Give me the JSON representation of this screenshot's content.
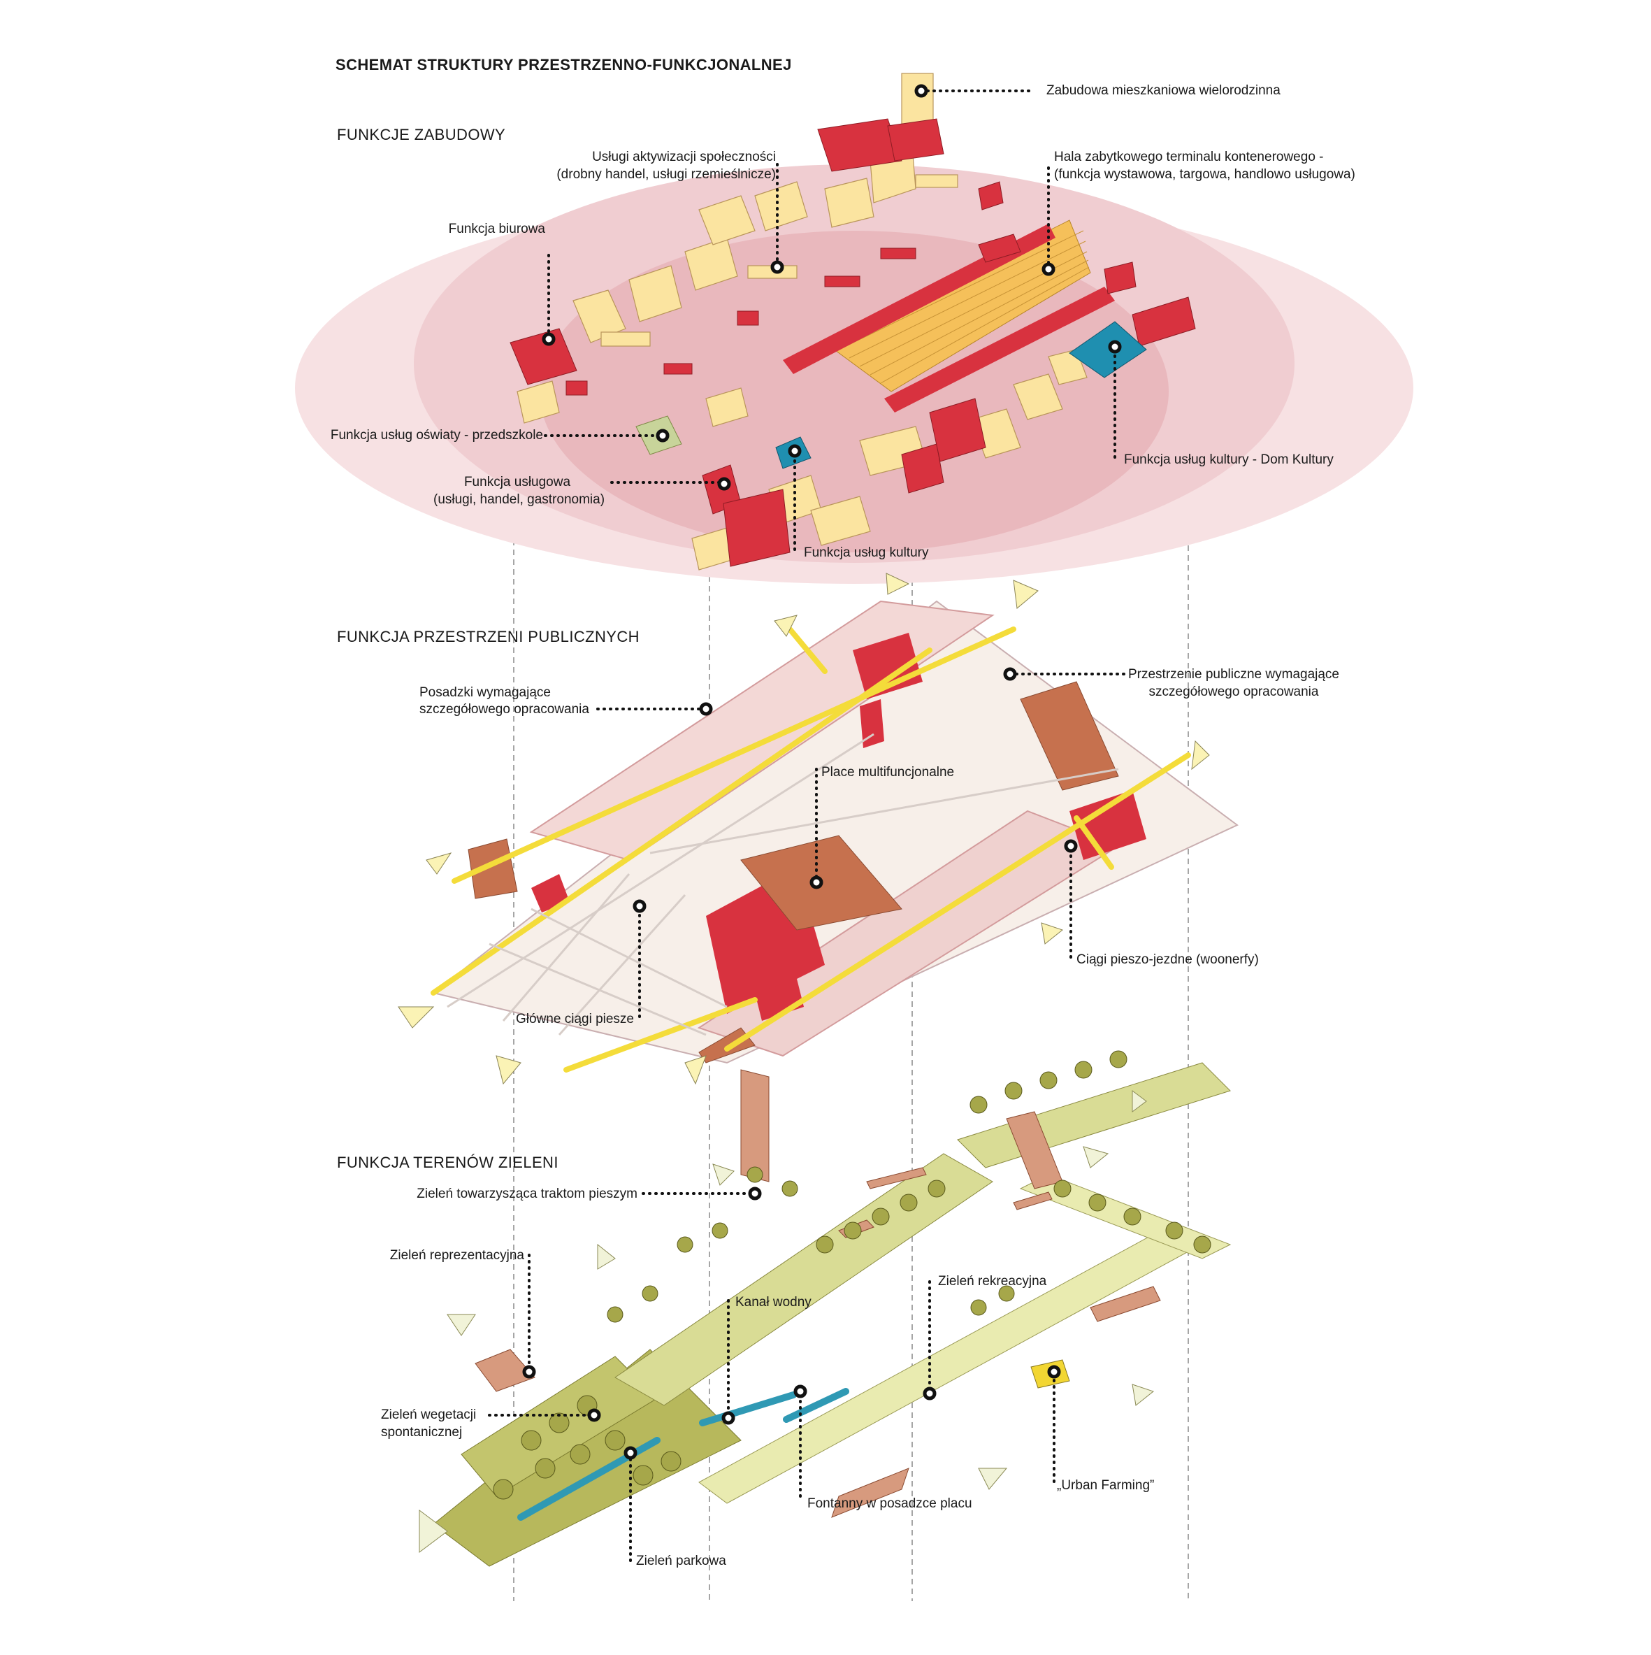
{
  "title": "SCHEMAT STRUKTURY PRZESTRZENNO-FUNKCJONALNEJ",
  "colors": {
    "residential": "#fbe4a0",
    "services": "#d8323f",
    "culture": "#1f8fb0",
    "education": "#c8d49a",
    "plaza": "#c6714e",
    "woonerf": "#f4dc3a",
    "public_space_light": "#f3c6c4",
    "green": "#b7b85c",
    "green_light": "#e9ebb0",
    "halo": "#f3d3d6"
  },
  "layers": [
    {
      "heading": "FUNKCJE ZABUDOWY"
    },
    {
      "heading": "FUNKCJA PRZESTRZENI PUBLICZNYCH"
    },
    {
      "heading": "FUNKCJA TERENÓW ZIELENI"
    }
  ],
  "labels": {
    "multifamily": "Zabudowa mieszkaniowa wielorodzinna",
    "community_1": "Usługi aktywizacji społeczności",
    "community_2": "(drobny handel, usługi rzemieślnicze)",
    "terminal_1": "Hala zabytkowego terminalu kontenerowego -",
    "terminal_2": "(funkcja wystawowa, targowa, handlowo usługowa)",
    "office": "Funkcja biurowa",
    "education": "Funkcja usług oświaty - przedszkole",
    "service_1": "Funkcja usługowa",
    "service_2": "(usługi, handel, gastronomia)",
    "culture": "Funkcja usług kultury",
    "culture_house": "Funkcja usług kultury - Dom Kultury",
    "floors_1": "Posadzki wymagające",
    "floors_2": "szczegółowego opracowania",
    "public_1": "Przestrzenie publiczne wymagające",
    "public_2": "szczegółowego opracowania",
    "plazas": "Place multifuncjonalne",
    "woonerf": "Ciągi pieszo-jezdne (woonerfy)",
    "paths": "Główne ciągi piesze",
    "green_paths": "Zieleń towarzysząca traktom pieszym",
    "green_repr": "Zieleń reprezentacyjna",
    "green_rec": "Zieleń rekreacyjna",
    "canal": "Kanał wodny",
    "green_spont_1": "Zieleń wegetacji",
    "green_spont_2": "spontanicznej",
    "fountains": "Fontanny w posadzce placu",
    "farming": "„Urban Farming”",
    "green_park": "Zieleń parkowa"
  }
}
